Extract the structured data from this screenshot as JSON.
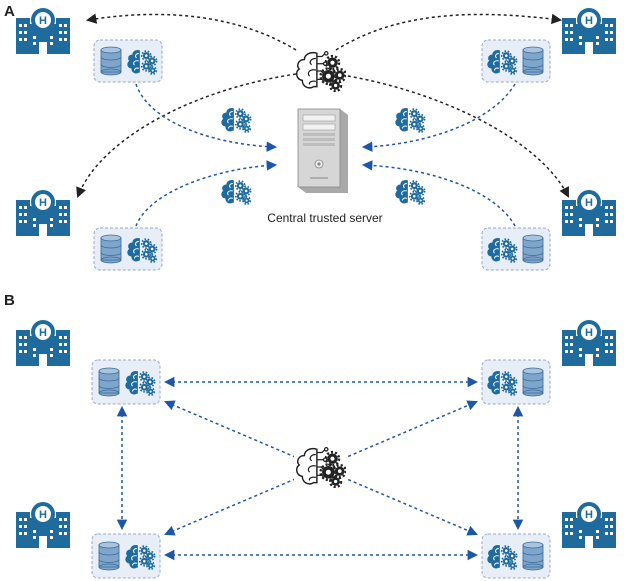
{
  "panels": [
    {
      "label": "A"
    },
    {
      "label": "B"
    }
  ],
  "server": {
    "caption": "Central trusted server"
  },
  "icons": {
    "hospital": "hospital-icon",
    "database": "database-icon",
    "local_model": "brain-gear-icon",
    "global_model": "brain-circuit-gear-icon",
    "server": "server-tower-icon"
  },
  "colors": {
    "hospital": "#1f6b9e",
    "node_box_fill": "#e8eef7",
    "node_box_border": "#9aa9c6",
    "database": "#7ea6cc",
    "brain": "#1f6b9e",
    "dashed_blue": "#1f57a8",
    "dashed_black": "#222222",
    "server_body": "#c9c9c9"
  }
}
